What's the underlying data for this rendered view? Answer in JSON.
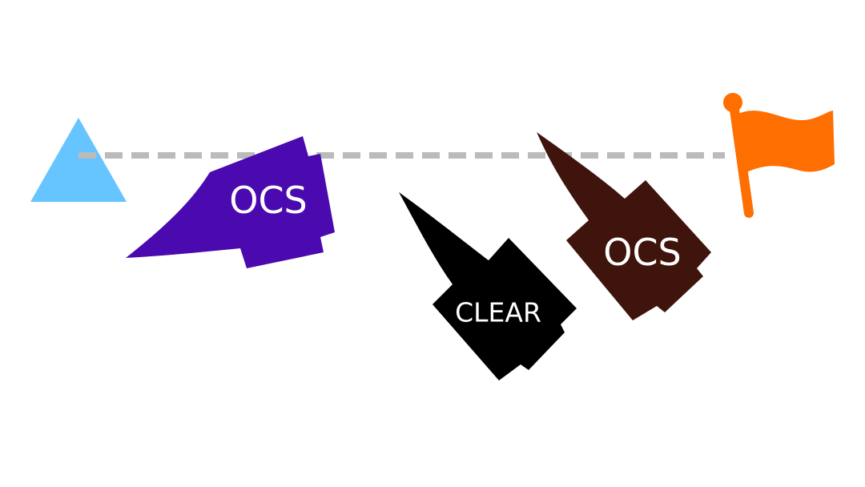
{
  "colors": {
    "committee_mark": "#66C4FF",
    "start_line": "#BBBBBB",
    "pin_flag": "#FF6E00",
    "boat_left": "#4B0AAF",
    "boat_middle": "#000000",
    "boat_right": "#3F140C"
  },
  "boats": [
    {
      "status": "OCS"
    },
    {
      "status": "CLEAR"
    },
    {
      "status": "OCS"
    }
  ]
}
